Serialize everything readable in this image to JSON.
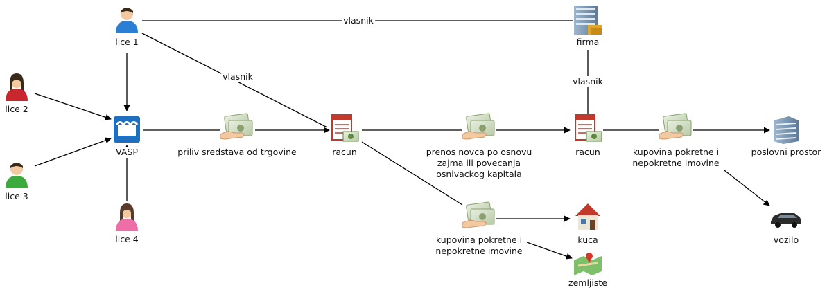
{
  "nodes": {
    "lice1": {
      "label": "lice 1",
      "icon": "person-blue-icon"
    },
    "lice2": {
      "label": "lice 2",
      "icon": "person-red-icon"
    },
    "lice3": {
      "label": "lice 3",
      "icon": "person-green-icon"
    },
    "lice4": {
      "label": "lice 4",
      "icon": "person-pink-icon"
    },
    "vasp": {
      "label": "VASP",
      "icon": "vasp-exchange-icon"
    },
    "firma": {
      "label": "firma",
      "icon": "company-building-icon"
    },
    "racun1": {
      "label": "racun",
      "icon": "account-ledger-icon"
    },
    "racun2": {
      "label": "racun",
      "icon": "account-ledger-icon"
    },
    "priliv": {
      "label": "priliv sredstava od trgovine",
      "icon": "money-transfer-icon"
    },
    "prenos": {
      "label": "prenos novca po osnovu\nzajma ili povecanja\nosnivackog kapitala",
      "icon": "money-transfer-icon"
    },
    "kupovina1": {
      "label": "kupovina pokretne i\nnepokretne imovine",
      "icon": "money-transfer-icon"
    },
    "kupovina2": {
      "label": "kupovina pokretne i\nnepokretne imovine",
      "icon": "money-transfer-icon"
    },
    "poslovni": {
      "label": "poslovni prostor",
      "icon": "office-building-icon"
    },
    "vozilo": {
      "label": "vozilo",
      "icon": "car-icon"
    },
    "kuca": {
      "label": "kuca",
      "icon": "house-icon"
    },
    "zemljiste": {
      "label": "zemljiste",
      "icon": "land-map-icon"
    }
  },
  "edges": {
    "lice1_firma": "vlasnik",
    "lice1_racun": "vlasnik",
    "firma_racun": "vlasnik"
  },
  "colors": {
    "line": "#000000",
    "vasp_blue": "#1e6fc0",
    "money_green": "#5a8a3a",
    "ledger_red": "#c0392b"
  }
}
